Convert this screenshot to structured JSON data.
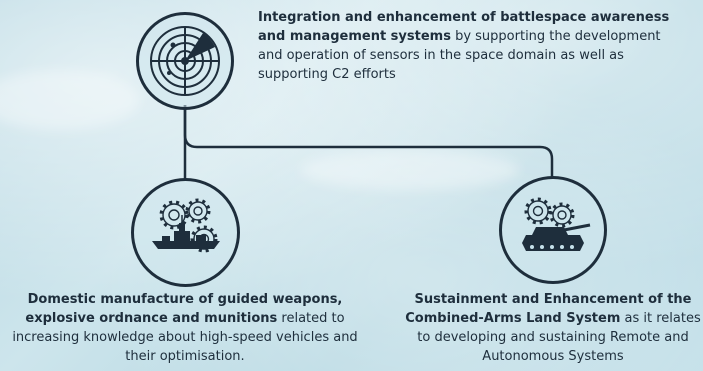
{
  "top": {
    "icon": "radar-icon",
    "bold": "Integration and enhancement of battlespace awareness and management systems",
    "rest": " by supporting the development and operation of sensors in the space domain as well as supporting C2 efforts"
  },
  "bottom_left": {
    "icon": "warship-gears-icon",
    "bold": "Domestic manufacture of guided weapons, explosive ordnance and munitions",
    "rest": " related to increasing knowledge about high-speed vehicles and their optimisation."
  },
  "bottom_right": {
    "icon": "tank-gears-icon",
    "bold": "Sustainment and Enhancement of the Combined-Arms Land System",
    "rest": " as it relates to developing and sustaining Remote and Autonomous Systems"
  },
  "colors": {
    "ink": "#1e2e3c",
    "background": "#c6e1ea"
  }
}
